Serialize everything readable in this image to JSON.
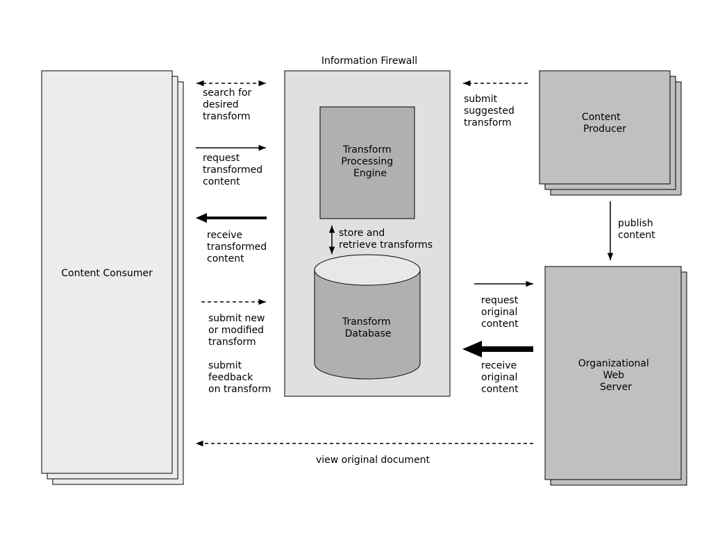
{
  "title": "Information Firewall",
  "colors": {
    "consumer_fill": "#ececec",
    "firewall_fill": "#e0e0e0",
    "engine_fill": "#b0b0b0",
    "database_fill": "#b0b0b0",
    "database_top": "#e8e8e8",
    "producer_fill": "#c0c0c0",
    "server_fill": "#c0c0c0",
    "stroke": "#000000"
  },
  "nodes": {
    "consumer": {
      "label": "Content Consumer"
    },
    "engine": {
      "lines": [
        "Transform",
        "Processing",
        "Engine"
      ]
    },
    "database": {
      "lines": [
        "Transform",
        "Database"
      ]
    },
    "producer": {
      "lines": [
        "Content",
        "Producer"
      ]
    },
    "server": {
      "lines": [
        "Organizational",
        "Web",
        "Server"
      ]
    }
  },
  "edges": {
    "search": {
      "lines": [
        "search for",
        "desired",
        "transform"
      ],
      "style": "dashed",
      "direction": "both"
    },
    "request_transformed": {
      "lines": [
        "request",
        "transformed",
        "content"
      ],
      "style": "solid",
      "direction": "right"
    },
    "receive_transformed": {
      "lines": [
        "receive",
        "transformed",
        "content"
      ],
      "style": "bold",
      "direction": "left"
    },
    "submit_new": {
      "lines": [
        "submit new",
        "or modified",
        "transform"
      ],
      "style": "dashed",
      "direction": "right"
    },
    "submit_feedback": {
      "lines": [
        "submit",
        "feedback",
        "on transform"
      ]
    },
    "store": {
      "lines": [
        "store and",
        "retrieve transforms"
      ],
      "style": "solid",
      "direction": "both"
    },
    "submit_suggested": {
      "lines": [
        "submit",
        "suggested",
        "transform"
      ],
      "style": "dashed",
      "direction": "left"
    },
    "publish": {
      "lines": [
        "publish",
        "content"
      ],
      "style": "solid",
      "direction": "down"
    },
    "request_original": {
      "lines": [
        "request",
        "original",
        "content"
      ],
      "style": "solid",
      "direction": "right"
    },
    "receive_original": {
      "lines": [
        "receive",
        "original",
        "content"
      ],
      "style": "bold",
      "direction": "left"
    },
    "view_original": {
      "label": "view original document",
      "style": "dashed",
      "direction": "left"
    }
  }
}
